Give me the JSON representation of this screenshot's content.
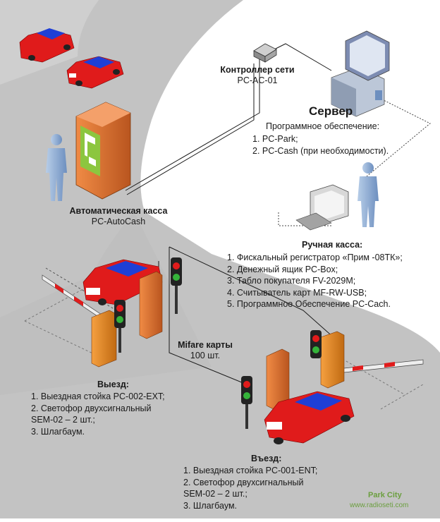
{
  "network_controller": {
    "title": "Контроллер сети",
    "model": "PC-AC-01"
  },
  "server": {
    "title": "Сервер",
    "software_label": "Программное обеспечение:",
    "items": [
      "1. PC-Park;",
      "2. PC-Cash (при необходимости)."
    ]
  },
  "auto_cashier": {
    "title": "Автоматическая касса",
    "model": "PC-AutoCash"
  },
  "manual_cashier": {
    "title": "Ручная касса:",
    "items": [
      "1. Фискальный регистратор «Прим -08ТК»;",
      "2. Денежный ящик PC-Box;",
      "3. Табло покупателя FV-2029M;",
      "4. Считыватель карт MF-RW-USB;",
      "5. Программное Обеспечение PC-Cach."
    ]
  },
  "mifare": {
    "title": "Mifare карты",
    "count": "100 шт."
  },
  "exit": {
    "title": "Выезд:",
    "items": [
      "1. Выездная стойка PC-002-EXT;",
      "2. Светофор двухсигнальный",
      "SEM-02 – 2 шт.;",
      "3. Шлагбаум."
    ]
  },
  "entry": {
    "title": "Въезд:",
    "items": [
      "1. Выездная стойка PC-001-ENT;",
      "2. Светофор двухсигнальный",
      "SEM-02 – 2 шт.;",
      "3. Шлагбаум."
    ]
  },
  "branding": {
    "name": "Park City",
    "url": "www.radioseti.com"
  },
  "colors": {
    "road": "#c3c3c3",
    "car_red": "#e01b1b",
    "car_blue": "#1f3fd6",
    "kiosk_orange": "#d9773a",
    "kiosk_green": "#8cc63f",
    "person_blue": "#8fb0d8",
    "brand_green": "#6b9f3f"
  }
}
